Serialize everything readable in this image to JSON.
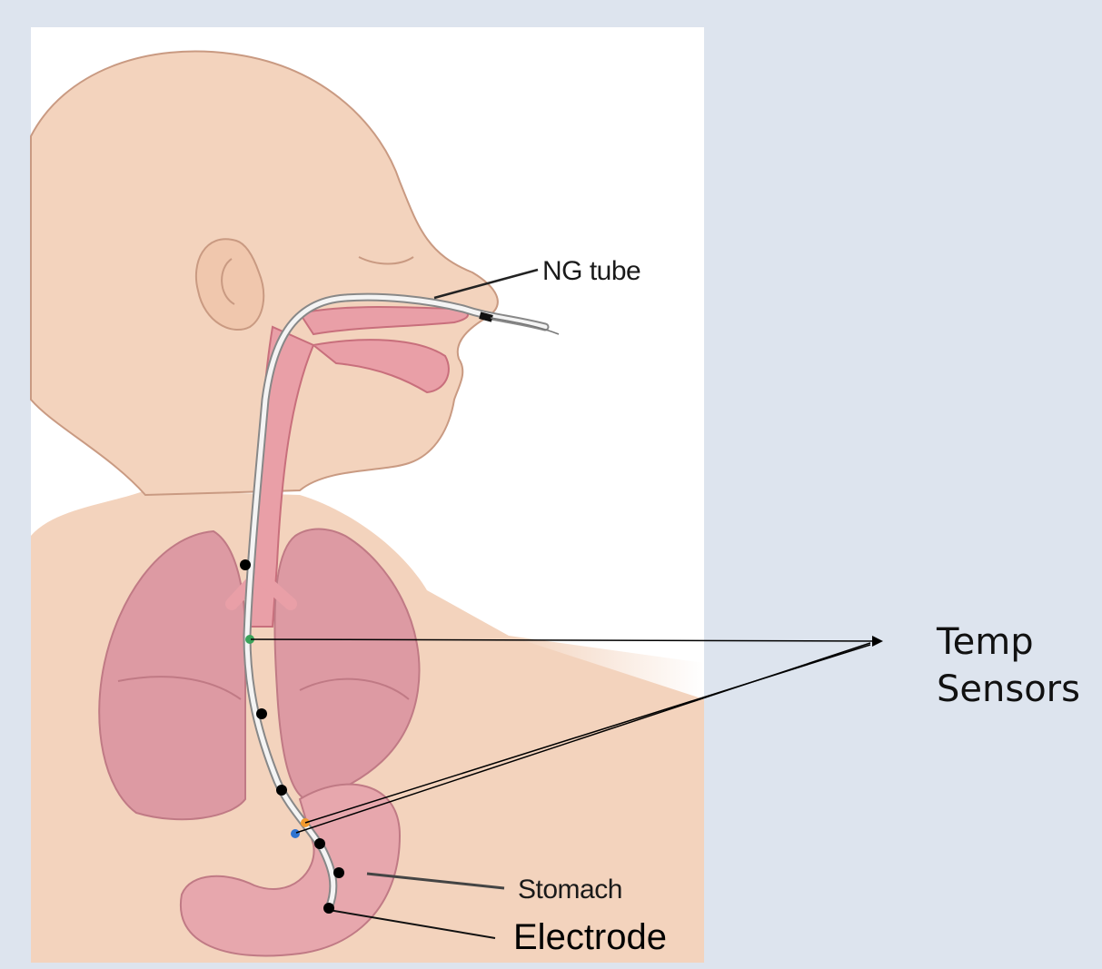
{
  "labels": {
    "ng_tube": "NG tube",
    "stomach": "Stomach",
    "electrode": "Electrode",
    "temp_line1": "Temp",
    "temp_line2": "Sensors"
  },
  "colors": {
    "background": "#dde4ee",
    "panel": "#ffffff",
    "skin": "#f3d3bd",
    "skin_outline": "#c99a82",
    "lung": "#dd9aa3",
    "stomach": "#e7a7ad",
    "airway": "#e99fa7",
    "tube": "#f4f4f4",
    "electrode": "#000000",
    "sensor_green": "#3aa35a",
    "sensor_orange": "#f29a2e",
    "sensor_blue": "#2f74d0"
  }
}
